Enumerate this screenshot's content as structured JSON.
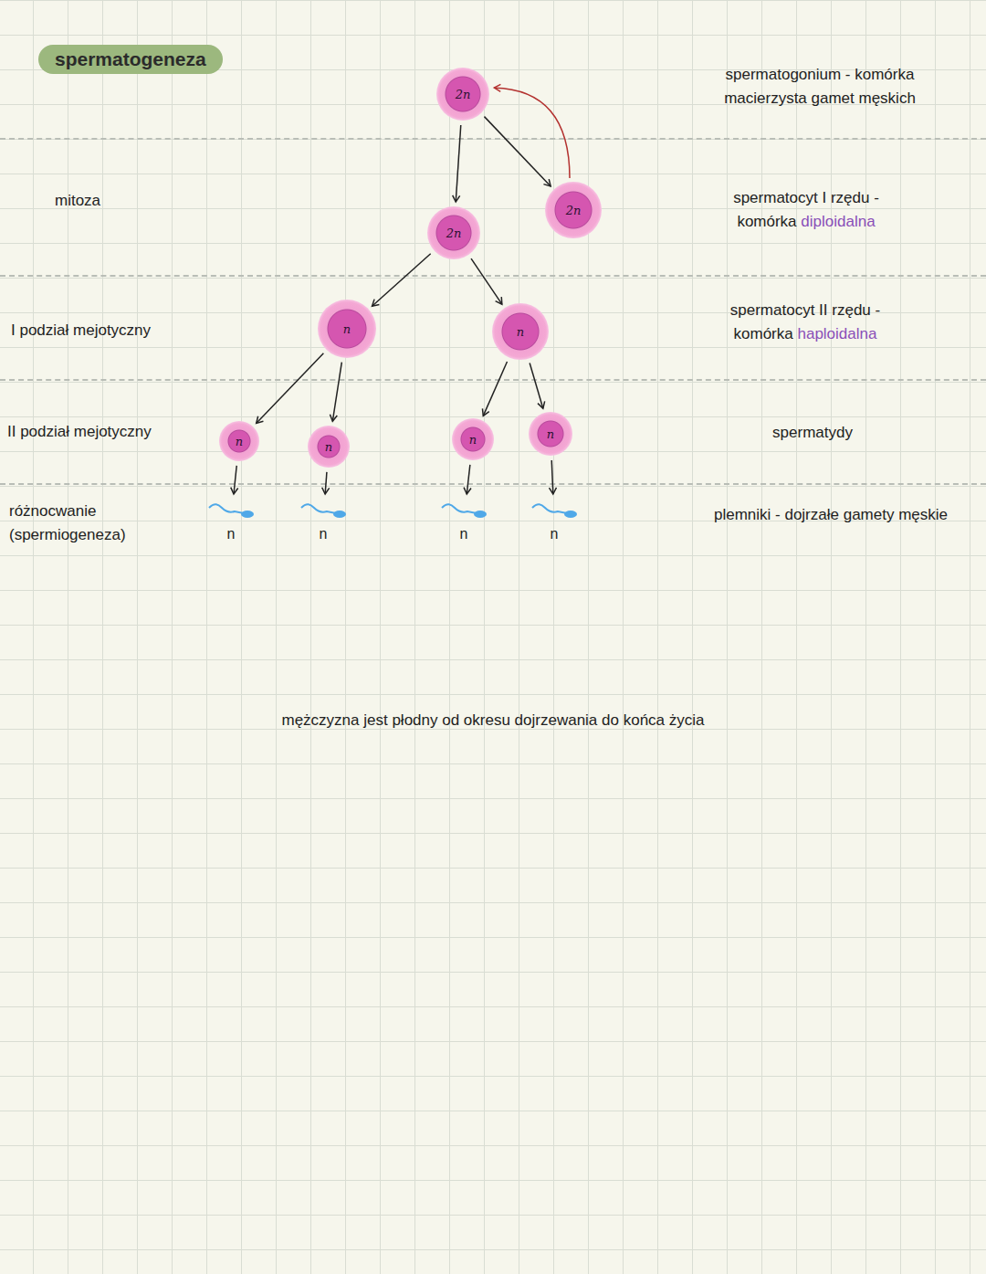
{
  "diagram": {
    "title": "spermatogeneza",
    "nodes": [
      {
        "text": [
          "2n"
        ]
      },
      {
        "text": [
          "2n"
        ]
      },
      {
        "text": [
          "2n"
        ]
      },
      {
        "text": [
          "n"
        ]
      },
      {
        "text": [
          "n"
        ]
      },
      {
        "text": [
          "n"
        ]
      },
      {
        "text": [
          "n"
        ]
      },
      {
        "text": [
          "n"
        ]
      },
      {
        "text": [
          "n"
        ]
      },
      {
        "text": [
          "n"
        ]
      },
      {
        "text": [
          "n"
        ]
      },
      {
        "text": [
          "n"
        ]
      },
      {
        "text": [
          "n"
        ]
      }
    ],
    "edges": [
      {
        "from": 0,
        "to": 1,
        "arrow": "to"
      },
      {
        "from": 0,
        "to": 2,
        "arrow": "to"
      },
      {
        "from": 2,
        "to": 0,
        "arrow": "to"
      },
      {
        "from": 1,
        "to": 3,
        "arrow": "to"
      },
      {
        "from": 1,
        "to": 4,
        "arrow": "to"
      },
      {
        "from": 3,
        "to": 5,
        "arrow": "to"
      },
      {
        "from": 3,
        "to": 6,
        "arrow": "to"
      },
      {
        "from": 4,
        "to": 7,
        "arrow": "to"
      },
      {
        "from": 4,
        "to": 8,
        "arrow": "to"
      },
      {
        "from": 5,
        "to": 9,
        "arrow": "to"
      },
      {
        "from": 6,
        "to": 10,
        "arrow": "to"
      },
      {
        "from": 7,
        "to": 11,
        "arrow": "to"
      },
      {
        "from": 8,
        "to": 12,
        "arrow": "to"
      }
    ],
    "labels": [
      "mitoza",
      "I podział mejotyczny",
      "II podział mejotyczny",
      "różnocwanie (spermiogeneza)",
      "spermatogonium - komórka macierzysta gamet męskich",
      "spermatocyt I rzędu - komórka",
      "diploidalna",
      "spermatocyt II rzędu - komórka",
      "haploidalna",
      "spermatydy",
      "plemniki - dojrzałe gamety męskie",
      "mężczyzna jest płodny od okresu dojrzewania do końca życia"
    ]
  }
}
